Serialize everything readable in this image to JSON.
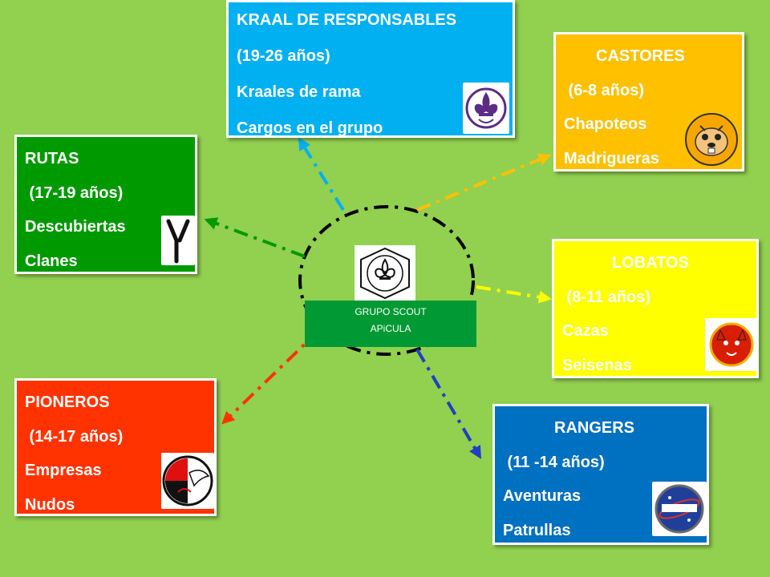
{
  "boxes": {
    "kraal": {
      "lines": [
        "KRAAL DE RESPONSABLES",
        "(19-26 años)",
        "Kraales de rama",
        "Cargos en el grupo"
      ],
      "color": "#00b0f0",
      "emblem": "scout-fleur-de-lis-icon"
    },
    "castores": {
      "lines": [
        "CASTORES",
        " (6-8 años)",
        "Chapoteos",
        "Madrigueras"
      ],
      "color": "#ffc000",
      "emblem": "beaver-icon"
    },
    "rutas": {
      "lines": [
        "RUTAS",
        " (17-19 años)",
        "Descubiertas",
        "Clanes"
      ],
      "color": "#009900",
      "emblem": "forked-branch-icon"
    },
    "lobatos": {
      "lines": [
        "LOBATOS",
        " (8-11 años)",
        "Cazas",
        "Seisenas"
      ],
      "color": "#ffff00",
      "emblem": "wolf-head-icon"
    },
    "pioneros": {
      "lines": [
        "PIONEROS",
        " (14-17 años)",
        "Empresas",
        "Nudos"
      ],
      "color": "#ff3300",
      "emblem": "pioneer-emblem-icon"
    },
    "rangers": {
      "lines": [
        "RANGERS",
        " (11 -14 años)",
        "Aventuras",
        "Patrullas"
      ],
      "color": "#0070c0",
      "emblem": "rangers-badge-icon"
    }
  },
  "center": {
    "title_line1": "GRUPO SCOUT",
    "title_line2": "APiCULA",
    "emblem": "group-scout-logo-icon"
  },
  "arrow_colors": {
    "kraal": "#00b0f0",
    "castores": "#ffc000",
    "rutas": "#009900",
    "lobatos": "#ffff00",
    "pioneros": "#ff3300",
    "rangers": "#0070c0"
  }
}
